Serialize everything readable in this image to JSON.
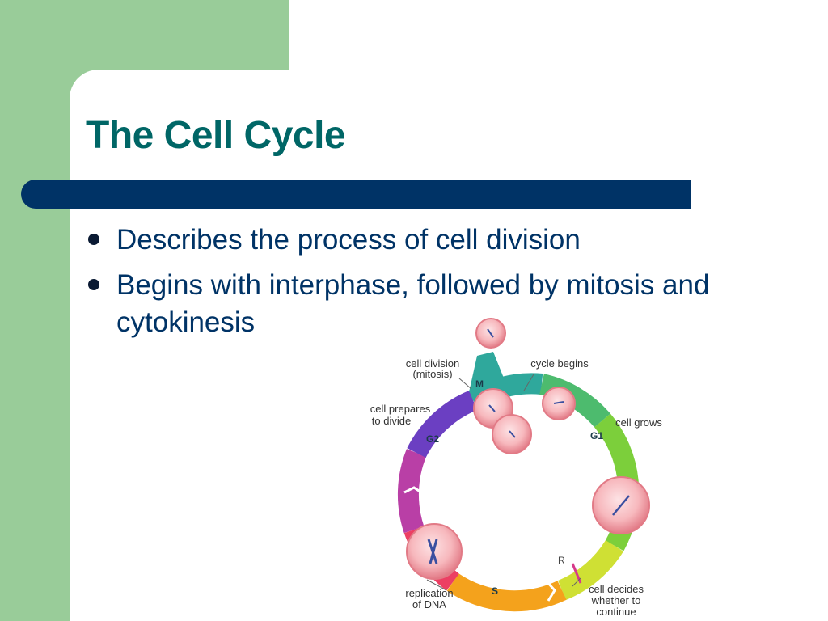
{
  "slide": {
    "title": "The Cell Cycle",
    "bullets": [
      "Describes the process of cell division",
      "Begins with interphase, followed by mitosis and cytokinesis"
    ]
  },
  "diagram": {
    "phases": [
      {
        "label": "M",
        "color": "#2fa89c"
      },
      {
        "label": "G1",
        "color": "#7ccf3b"
      },
      {
        "label": "S",
        "color": "#f4a21c"
      },
      {
        "label": "G2",
        "color": "#6b3fc2"
      }
    ],
    "checkpoint_label": "R",
    "callouts": {
      "cell_division": "cell division",
      "mitosis": "(mitosis)",
      "cycle_begins": "cycle begins",
      "cell_prepares": "cell prepares",
      "to_divide": "to divide",
      "cell_grows": "cell grows",
      "replication": "replication",
      "of_dna": "of DNA",
      "cell_decides": "cell decides",
      "whether_to": "whether to",
      "continue": "continue"
    },
    "colors": {
      "cell_fill": "#f7b8bd",
      "cell_edge": "#e27a86",
      "chromosome": "#3a4fa0",
      "checkpoint": "#d63a8a"
    }
  }
}
